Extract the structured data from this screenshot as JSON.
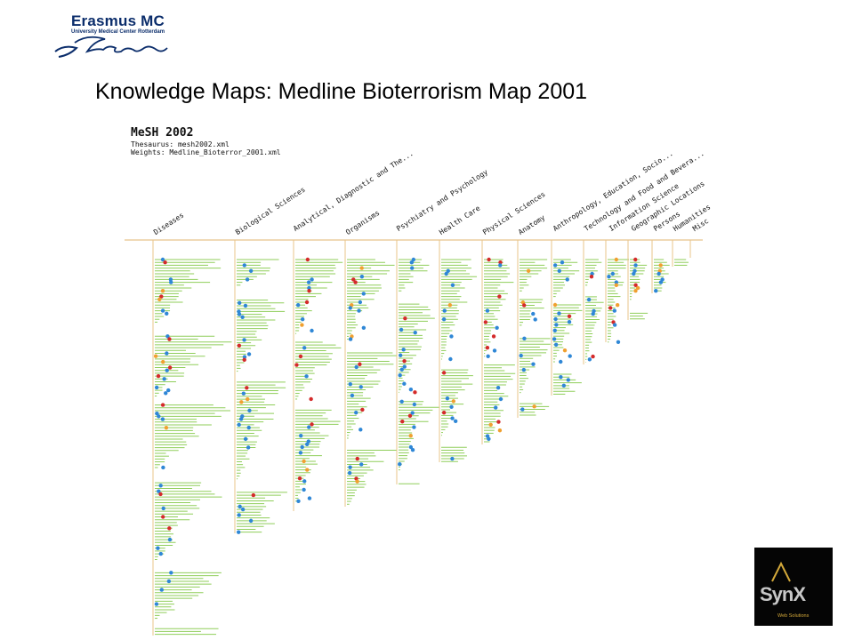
{
  "header": {
    "logo_text": "Erasmus MC",
    "logo_subtitle": "University Medical Center Rotterdam",
    "logo_signature": "Erasmus",
    "title": "Knowledge Maps: Medline Bioterrorism Map 2001"
  },
  "map": {
    "title": "MeSH 2002",
    "thesaurus": "Thesaurus: mesh2002.xml",
    "weights": "Weights: Medline_Bioterror_2001.xml",
    "categories": [
      "Diseases",
      "Biological Sciences",
      "Analytical, Diagnostic and The...",
      "Organisms",
      "Psychiatry and Psychology",
      "Health Care",
      "Physical Sciences",
      "Anatomy",
      "Anthropology, Education, Socio...",
      "Technology and Food and Bevera...",
      "Information Science",
      "Geographic Locations",
      "Persons",
      "Humanities",
      "Misc"
    ]
  },
  "colors": {
    "node_green": "#8fce5a",
    "node_blue": "#2f87d6",
    "node_red": "#d42a2a",
    "node_orange": "#f0a030",
    "axis_tan": "#e8c48a",
    "logo_blue": "#0b2d6b",
    "synx_gold": "#d4a93a"
  },
  "footer": {
    "badge_word": "SynX",
    "badge_sub": "Web Solutions"
  }
}
